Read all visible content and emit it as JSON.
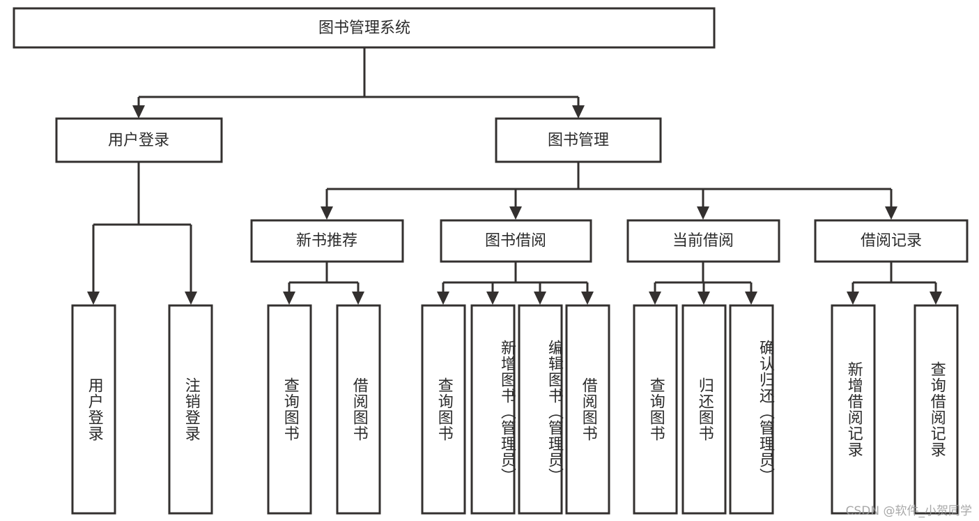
{
  "diagram": {
    "type": "tree-hierarchy-chart",
    "title": "图书管理系统",
    "stroke_color": "#33302f",
    "fill_color": "#ffffff",
    "text_color": "#2b2b2b",
    "levels": [
      {
        "level": 1,
        "nodes": [
          {
            "id": "root",
            "label": "图书管理系统",
            "orientation": "horizontal"
          }
        ]
      },
      {
        "level": 2,
        "nodes": [
          {
            "id": "login",
            "label": "用户登录",
            "orientation": "horizontal",
            "parent": "root"
          },
          {
            "id": "bookmgmt",
            "label": "图书管理",
            "orientation": "horizontal",
            "parent": "root"
          }
        ]
      },
      {
        "level": 3,
        "nodes": [
          {
            "id": "newbook",
            "label": "新书推荐",
            "orientation": "horizontal",
            "parent": "bookmgmt"
          },
          {
            "id": "borrow",
            "label": "图书借阅",
            "orientation": "horizontal",
            "parent": "bookmgmt"
          },
          {
            "id": "current",
            "label": "当前借阅",
            "orientation": "horizontal",
            "parent": "bookmgmt"
          },
          {
            "id": "record",
            "label": "借阅记录",
            "orientation": "horizontal",
            "parent": "bookmgmt"
          }
        ]
      },
      {
        "level": 4,
        "nodes": [
          {
            "id": "leaf1",
            "label": "用户登录",
            "orientation": "vertical",
            "parent": "login"
          },
          {
            "id": "leaf2",
            "label": "注销登录",
            "orientation": "vertical",
            "parent": "login"
          },
          {
            "id": "leaf3",
            "label": "查询图书",
            "orientation": "vertical",
            "parent": "newbook"
          },
          {
            "id": "leaf4",
            "label": "借阅图书",
            "orientation": "vertical",
            "parent": "newbook"
          },
          {
            "id": "leaf5",
            "label": "查询图书",
            "orientation": "vertical",
            "parent": "borrow"
          },
          {
            "id": "leaf6",
            "label": "新增图书（管理员）",
            "orientation": "vertical",
            "parent": "borrow"
          },
          {
            "id": "leaf7",
            "label": "编辑图书（管理员）",
            "orientation": "vertical",
            "parent": "borrow"
          },
          {
            "id": "leaf8",
            "label": "借阅图书",
            "orientation": "vertical",
            "parent": "borrow"
          },
          {
            "id": "leaf9",
            "label": "查询图书",
            "orientation": "vertical",
            "parent": "current"
          },
          {
            "id": "leaf10",
            "label": "归还图书",
            "orientation": "vertical",
            "parent": "current"
          },
          {
            "id": "leaf11",
            "label": "确认归还（管理员）",
            "orientation": "vertical",
            "parent": "current"
          },
          {
            "id": "leaf12",
            "label": "新增借阅记录",
            "orientation": "vertical",
            "parent": "record"
          },
          {
            "id": "leaf13",
            "label": "查询借阅记录",
            "orientation": "vertical",
            "parent": "record"
          }
        ]
      }
    ]
  },
  "watermark": {
    "text": "CSDN @软件_小贺同学"
  }
}
